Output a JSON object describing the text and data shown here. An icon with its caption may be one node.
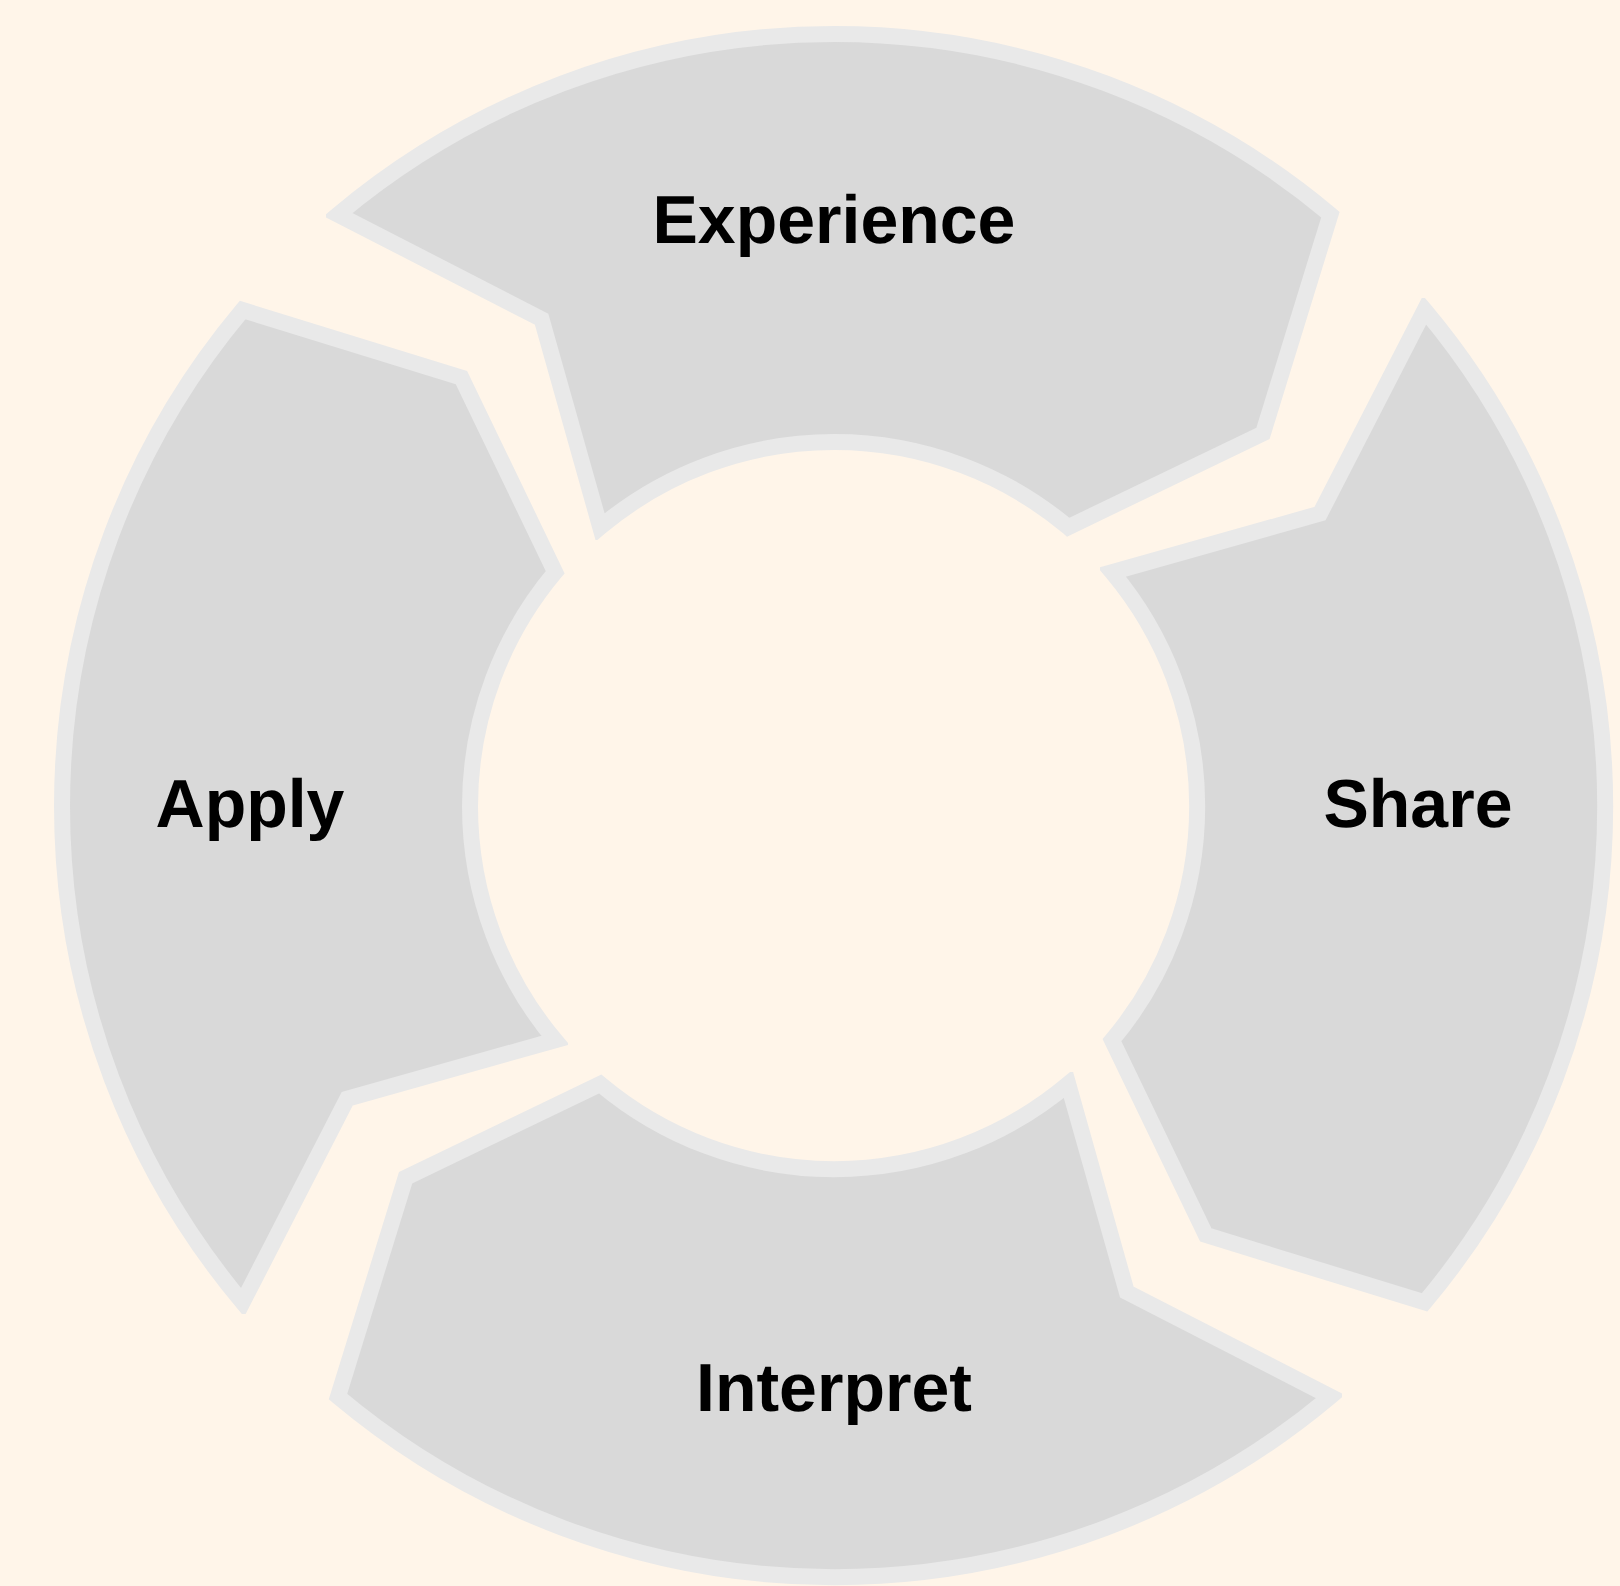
{
  "diagram": {
    "nodes": [
      {
        "text": [
          "Experience"
        ]
      },
      {
        "text": [
          "Share"
        ]
      },
      {
        "text": [
          "Interpret"
        ]
      },
      {
        "text": [
          "Apply"
        ]
      }
    ]
  }
}
